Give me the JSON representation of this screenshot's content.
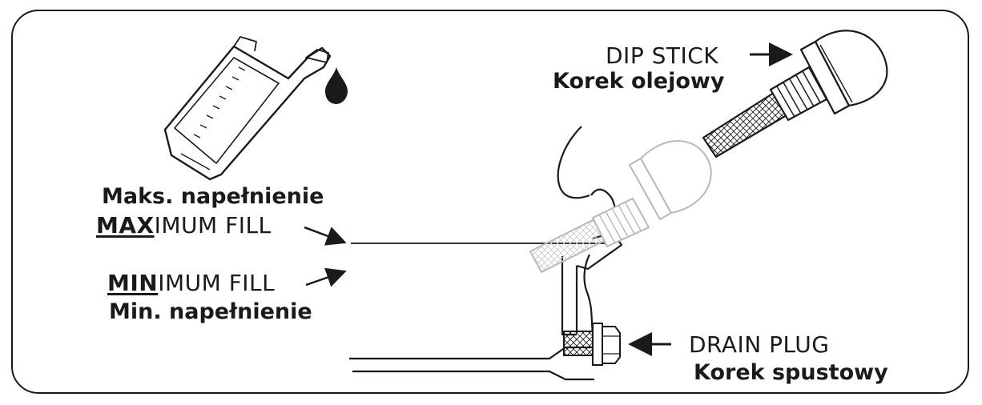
{
  "labels": {
    "dip_stick_en": "DIP STICK",
    "dip_stick_pl": "Korek olejowy",
    "max_fill_pl": "Maks. napełnienie",
    "max_fill_prefix": "MAX",
    "max_fill_suffix": "IMUM FILL",
    "min_fill_prefix": "MIN",
    "min_fill_suffix": "IMUM FILL",
    "min_fill_pl": "Min. napełnienie",
    "drain_plug_en": "DRAIN PLUG",
    "drain_plug_pl": "Korek spustowy"
  },
  "icons": [
    "oil-bottle-icon",
    "oil-drop-icon"
  ],
  "colors": {
    "ink": "#1a1a1a",
    "background": "#ffffff"
  }
}
